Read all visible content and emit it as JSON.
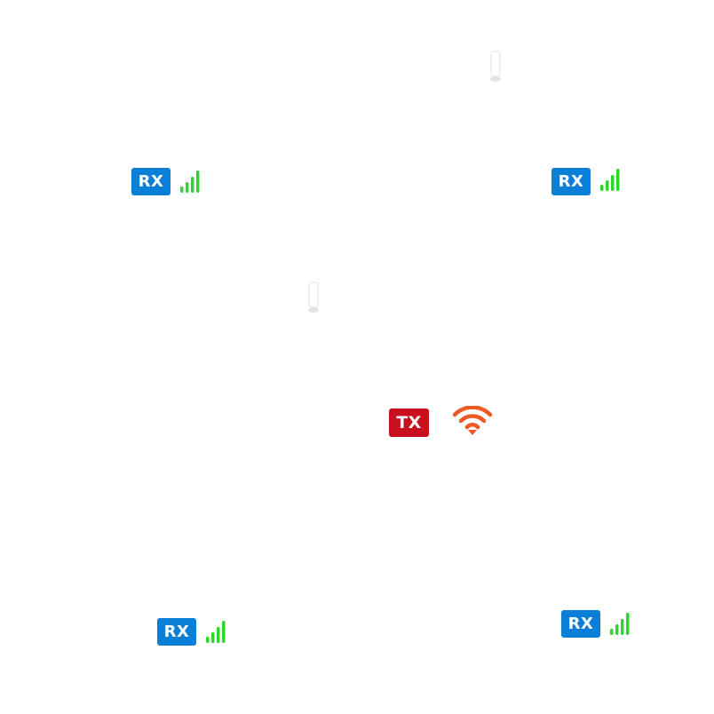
{
  "colors": {
    "rx_badge": "#0a7fd8",
    "tx_badge": "#c8101e",
    "signal_bars": "#2fd42f",
    "wifi": "#ee5a24",
    "tube_shadow": "#cfcfcf"
  },
  "receivers": [
    {
      "label": "RX",
      "signal_icon": "signal-bars-icon",
      "signal_level": 1.0
    },
    {
      "label": "RX",
      "signal_icon": "signal-bars-icon",
      "signal_level": 1.0
    },
    {
      "label": "RX",
      "signal_icon": "signal-bars-icon",
      "signal_level": 1.0
    },
    {
      "label": "RX",
      "signal_icon": "signal-bars-icon",
      "signal_level": 1.0
    }
  ],
  "transmitter": {
    "label": "TX",
    "icon": "wifi-icon"
  },
  "markers": [
    {
      "icon": "capsule-marker-icon"
    },
    {
      "icon": "capsule-marker-icon"
    }
  ]
}
